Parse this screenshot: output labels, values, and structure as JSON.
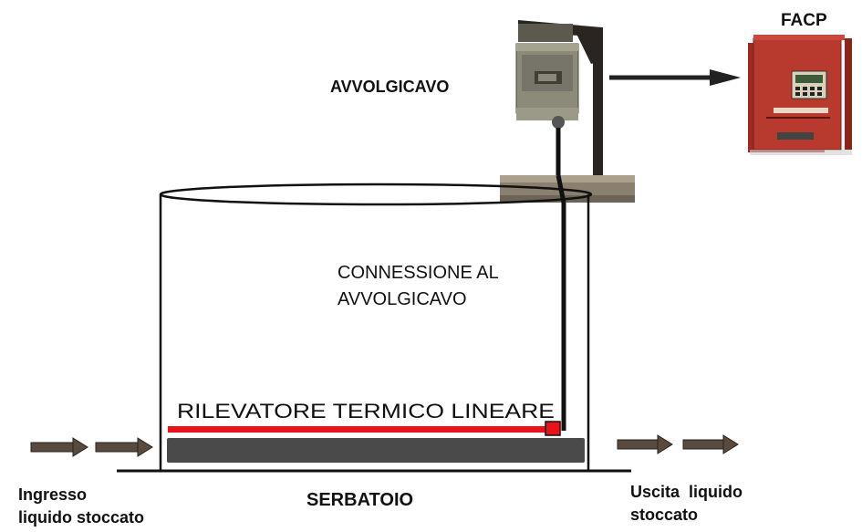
{
  "labels": {
    "facp": "FACP",
    "reel": "AVVOLGICAVO",
    "connection_line1": "CONNESSIONE AL",
    "connection_line2": "AVVOLGICAVO",
    "detector": "RILEVATORE TERMICO LINEARE",
    "tank": "SERBATOIO",
    "inlet_line1": "Ingresso",
    "inlet_line2": "liquido stoccato",
    "outlet_line1": "Uscita  liquido",
    "outlet_line2": "stoccato"
  },
  "colors": {
    "detector_cable": "#e8141c",
    "outline": "#111111",
    "tank_base": "#4a4a4a",
    "flow_arrow": "#5a4a3e",
    "facp_panel": "#b3352b",
    "reel_housing": "#8c8a78",
    "support": "#2a2520",
    "deck": "#8a8070"
  },
  "icons": {
    "facp": "fire-alarm-control-panel-icon",
    "reel": "cable-reel-icon",
    "flow": "flow-arrow-icon"
  }
}
